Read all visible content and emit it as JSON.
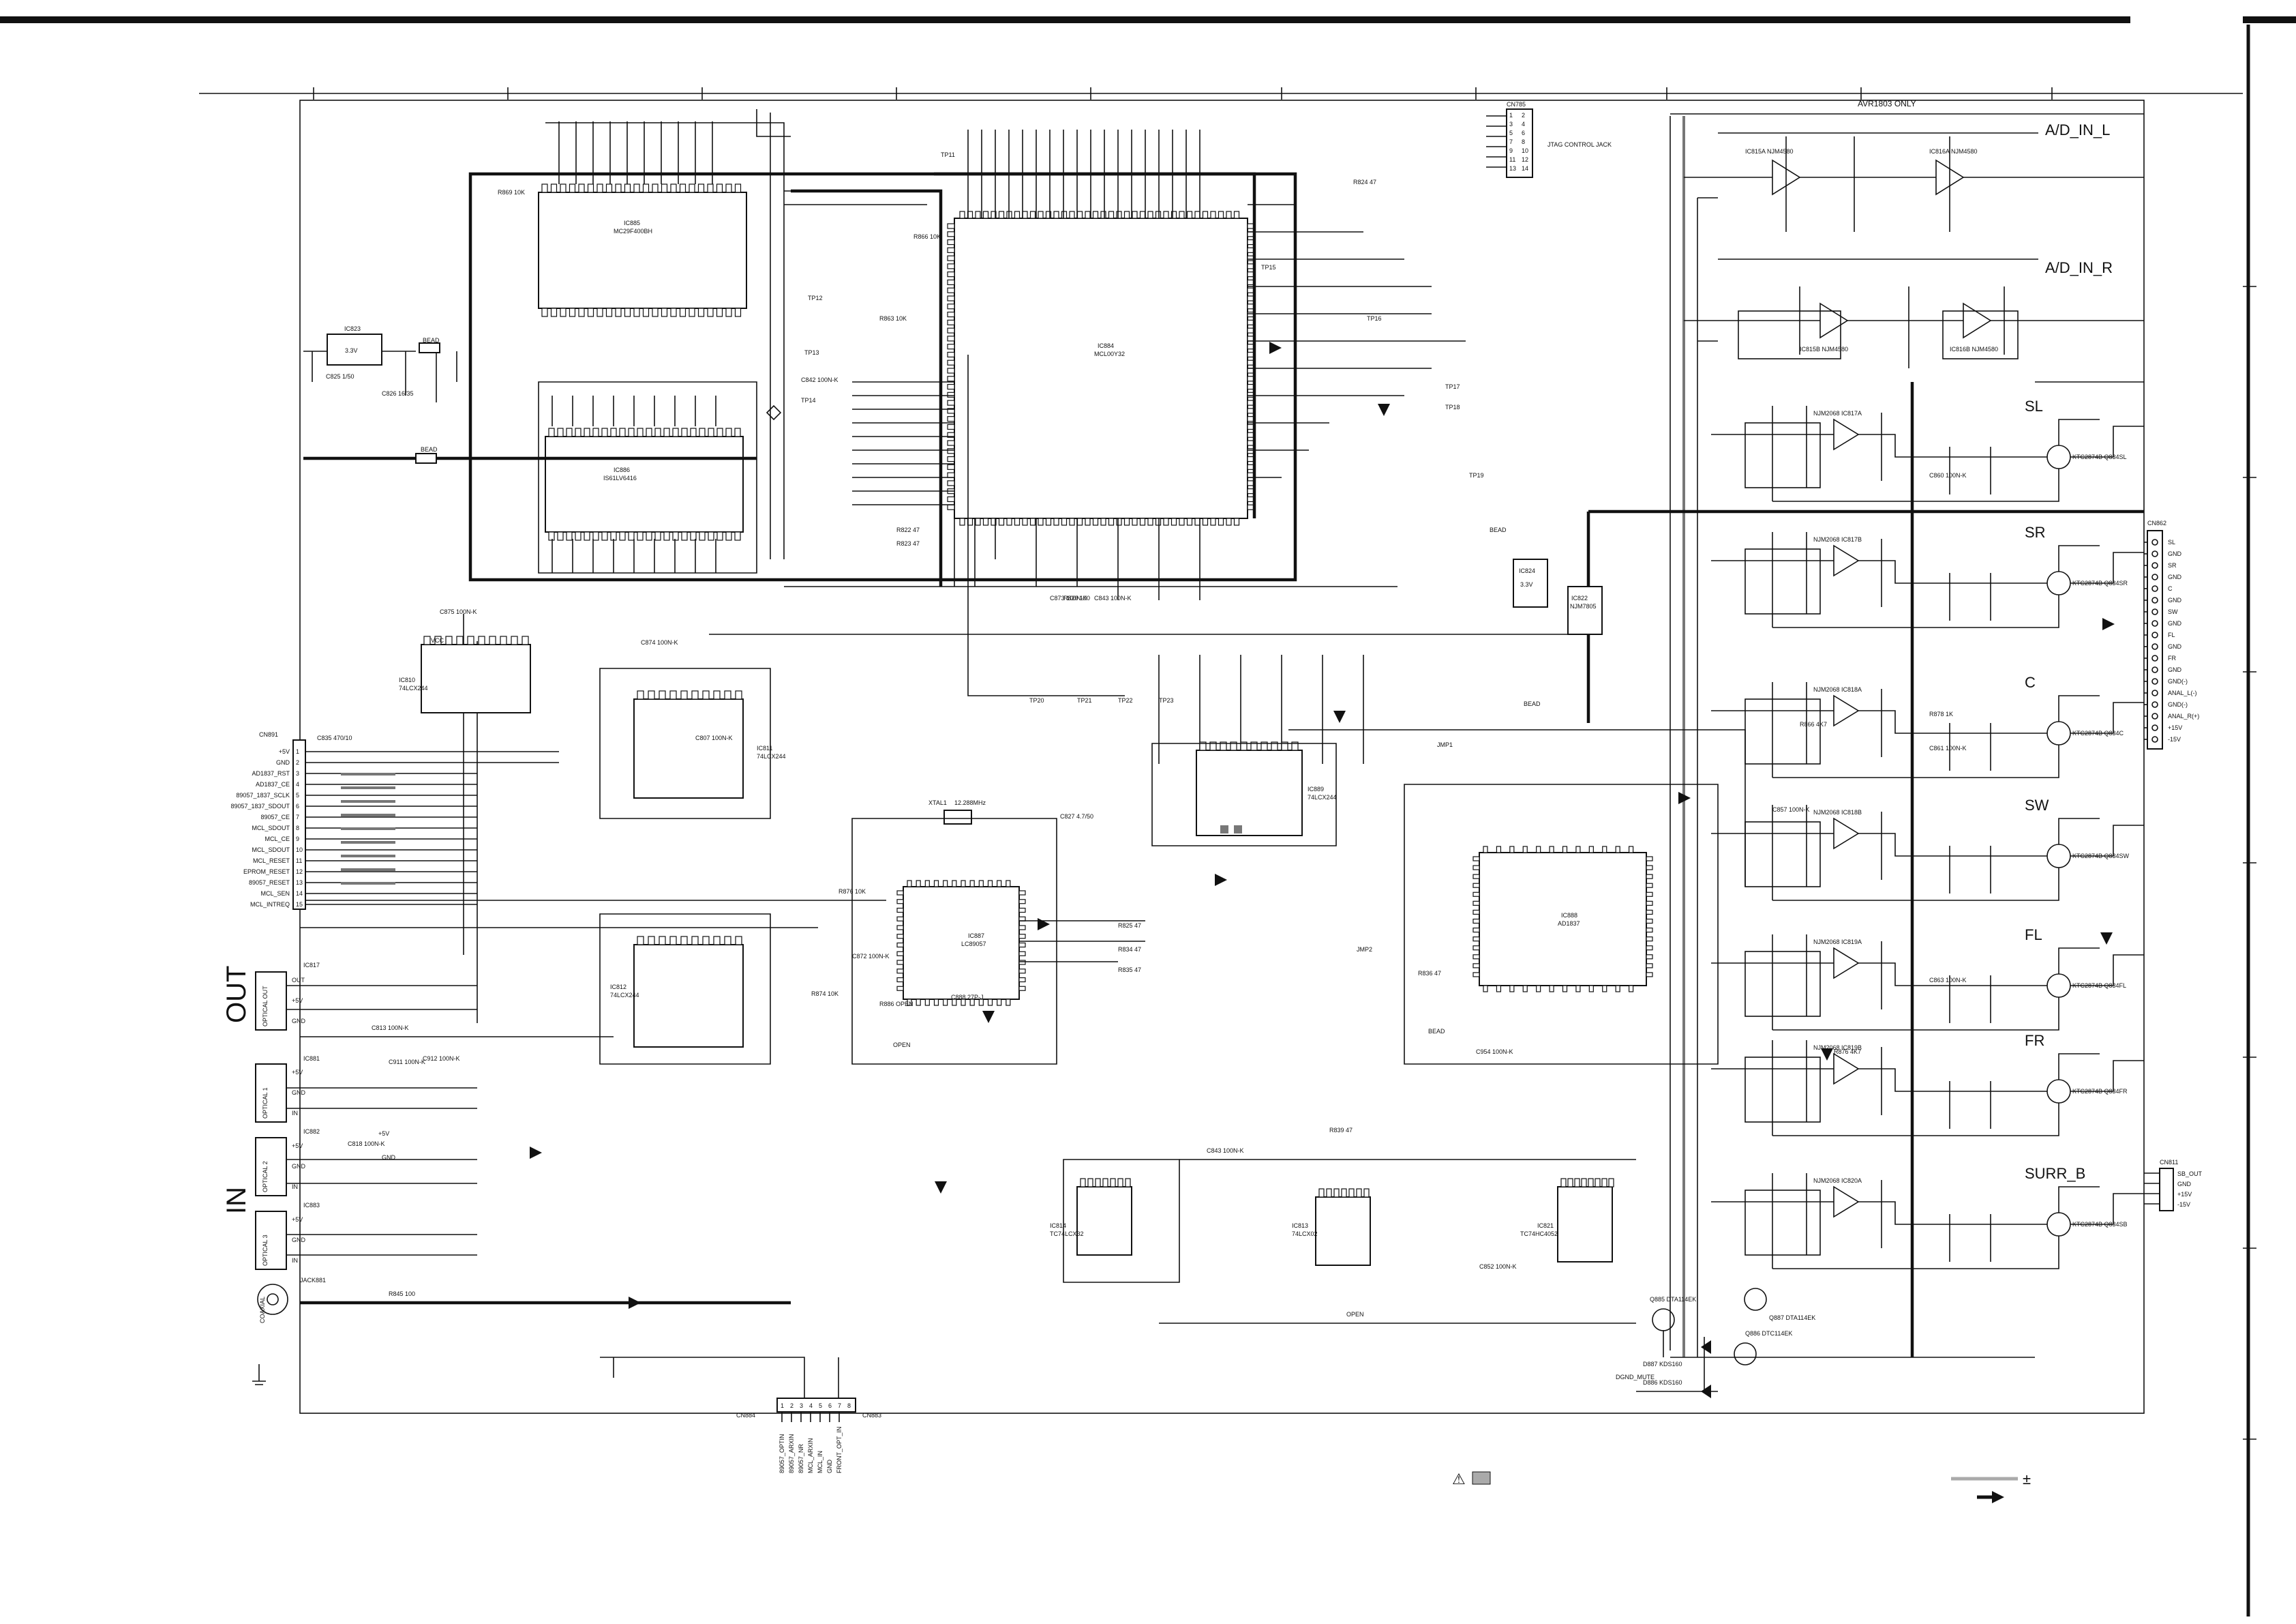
{
  "jtag": {
    "connector": "CN785",
    "label": "JTAG CONTROL JACK",
    "pins": [
      "1",
      "2",
      "3",
      "4",
      "5",
      "6",
      "7",
      "8",
      "9",
      "10",
      "11",
      "12",
      "13",
      "14"
    ]
  },
  "regulator": {
    "ref": "IC823",
    "value": "3.3V"
  },
  "regulator2": {
    "ref": "IC824",
    "value": "3.3V"
  },
  "chips": {
    "ic885": {
      "ref": "IC885",
      "part": "MC29F400BH"
    },
    "ic884": {
      "ref": "IC884",
      "part": "MCL00Y32"
    },
    "ic886": {
      "ref": "IC886",
      "part": "IS61LV6416"
    },
    "ic887": {
      "ref": "IC887",
      "part": "LC89057"
    },
    "ic888": {
      "ref": "IC888",
      "part": "AD1837"
    },
    "ic822": {
      "ref": "IC822",
      "part": "NJM7805"
    },
    "ic810": {
      "ref": "IC810",
      "part": "74LCX244"
    },
    "ic811": {
      "ref": "IC811",
      "part": "74LCX244"
    },
    "ic812": {
      "ref": "IC812",
      "part": "74LCX244"
    },
    "ic889": {
      "ref": "IC889",
      "part": "74LCX244"
    },
    "ic814": {
      "ref": "IC814",
      "part": "TC74LCX32"
    },
    "ic813": {
      "ref": "IC813",
      "part": "74LCX02"
    },
    "ic821": {
      "ref": "IC821",
      "part": "TC74HC4052"
    }
  },
  "adc": {
    "header": "AVR1803 ONLY",
    "left_label": "A/D_IN_L",
    "right_label": "A/D_IN_R",
    "amp_l1": "IC815A NJM4580",
    "amp_l2": "IC816A NJM4580",
    "amp_r1": "IC815B NJM4580",
    "amp_r2": "IC816B NJM4580"
  },
  "channels": [
    {
      "name": "SL",
      "amp": "NJM2068 IC817A",
      "transistor": "KTC2874B Q834SL"
    },
    {
      "name": "SR",
      "amp": "NJM2068 IC817B",
      "transistor": "KTC2874B Q834SR"
    },
    {
      "name": "C",
      "amp": "NJM2068 IC818A",
      "transistor": "KTC2874B Q834C"
    },
    {
      "name": "SW",
      "amp": "NJM2068 IC818B",
      "transistor": "KTC2874B Q834SW"
    },
    {
      "name": "FL",
      "amp": "NJM2068 IC819A",
      "transistor": "KTC2874B Q834FL"
    },
    {
      "name": "FR",
      "amp": "NJM2068 IC819B",
      "transistor": "KTC2874B Q834FR"
    },
    {
      "name": "SURR_B",
      "amp": "NJM2068 IC820A",
      "transistor": "KTC2874B Q834SB"
    }
  ],
  "cn862": {
    "ref": "CN862",
    "pins": [
      "SL",
      "GND",
      "SR",
      "GND",
      "C",
      "GND",
      "SW",
      "GND",
      "FL",
      "GND",
      "FR",
      "GND",
      "GND(-)",
      "ANAL_L(-)",
      "GND(-)",
      "ANAL_R(+)",
      "+15V",
      "-15V"
    ]
  },
  "cn811": {
    "ref": "CN811",
    "pins": [
      "SB_OUT",
      "GND",
      "+15V",
      "-15V"
    ]
  },
  "cn891": {
    "ref": "CN891",
    "pins": [
      "+5V",
      "GND",
      "AD1837_RST",
      "AD1837_CE",
      "89057_1837_SCLK",
      "89057_1837_SDOUT",
      "89057_CE",
      "MCL_SDOUT",
      "MCL_CE",
      "MCL_SDOUT",
      "MCL_RESET",
      "EPROM_RESET",
      "89057_RESET",
      "MCL_SEN",
      "MCL_INTREQ"
    ]
  },
  "io": {
    "out_label": "OUT",
    "in_label": "IN",
    "optical_out": {
      "ref": "IC817",
      "label": "OPTICAL OUT",
      "pins": [
        "OUT",
        "+5V",
        "GND"
      ]
    },
    "optical_1": {
      "ref": "IC881",
      "label": "OPTICAL 1",
      "pins": [
        "+5V",
        "GND",
        "IN"
      ]
    },
    "optical_2": {
      "ref": "IC882",
      "label": "OPTICAL 2",
      "pins": [
        "+5V",
        "GND",
        "IN"
      ]
    },
    "optical_3": {
      "ref": "IC883",
      "label": "OPTICAL 3",
      "pins": [
        "+5V",
        "GND",
        "IN"
      ]
    },
    "coaxial": {
      "ref": "JACK881",
      "label": "COAXIAL"
    }
  },
  "cn884": {
    "ref": "CN884",
    "ref2": "CN883",
    "pins": [
      "1",
      "2",
      "3",
      "4",
      "5",
      "6",
      "7",
      "8"
    ],
    "signals": [
      "89057_OPTIN",
      "89057_ARXIN",
      "89057_NR",
      "MCL_ARXIN",
      "MCL_IN",
      "GND",
      "FRONT_OPT_IN"
    ]
  },
  "parts": {
    "xtal": {
      "ref": "XTAL1",
      "value": "12.288MHz"
    },
    "transistors": [
      "Q885 DTA114EK",
      "Q887 DTA114EK",
      "Q886 DTC114EK"
    ],
    "diodes": [
      "D887 KDS160",
      "D886 KDS160"
    ],
    "beads": [
      "BEAD",
      "BEAD",
      "BEAD",
      "BEAD",
      "BEAD"
    ],
    "caps": [
      "C825 1/50",
      "C826 16/35",
      "C875 100N-K",
      "C874 100N-K",
      "C835 470/10",
      "C807 100N-K",
      "C842 100N-K",
      "C843 100N-K",
      "C873 100N-K",
      "C872 100N-K",
      "C888 27P-J",
      "C827 4.7/50",
      "C857 100N-K",
      "C860 100N-K",
      "C861 100N-K",
      "C863 100N-K",
      "C912 100N-K",
      "C911 100N-K",
      "C813 100N-K",
      "C818 100N-K",
      "C843 100N-K",
      "C954 100N-K",
      "C852 100N-K"
    ],
    "resistors": [
      "R869 10K",
      "R866 10K",
      "R863 10K",
      "R824 47",
      "R820 100",
      "R822 47",
      "R823 47",
      "R825 47",
      "R834 47",
      "R835 47",
      "R836 47",
      "R845 100",
      "R876 10K",
      "R874 10K",
      "R886 OPEN",
      "R839 47",
      "R866 4K7",
      "R878 1K",
      "R876 4K7"
    ],
    "test_points": [
      "TP11",
      "TP12",
      "TP13",
      "TP14",
      "TP15",
      "TP16",
      "TP17",
      "TP18",
      "TP19",
      "TP20",
      "TP21",
      "TP22",
      "TP23"
    ],
    "jumpers": [
      "JMP1",
      "JMP2"
    ],
    "misc": [
      "DGND_MUTE",
      "OPEN",
      "+5V",
      "GND",
      "VCC"
    ]
  },
  "legend": {
    "warning_symbol": "⚠",
    "plusminus": "±"
  }
}
